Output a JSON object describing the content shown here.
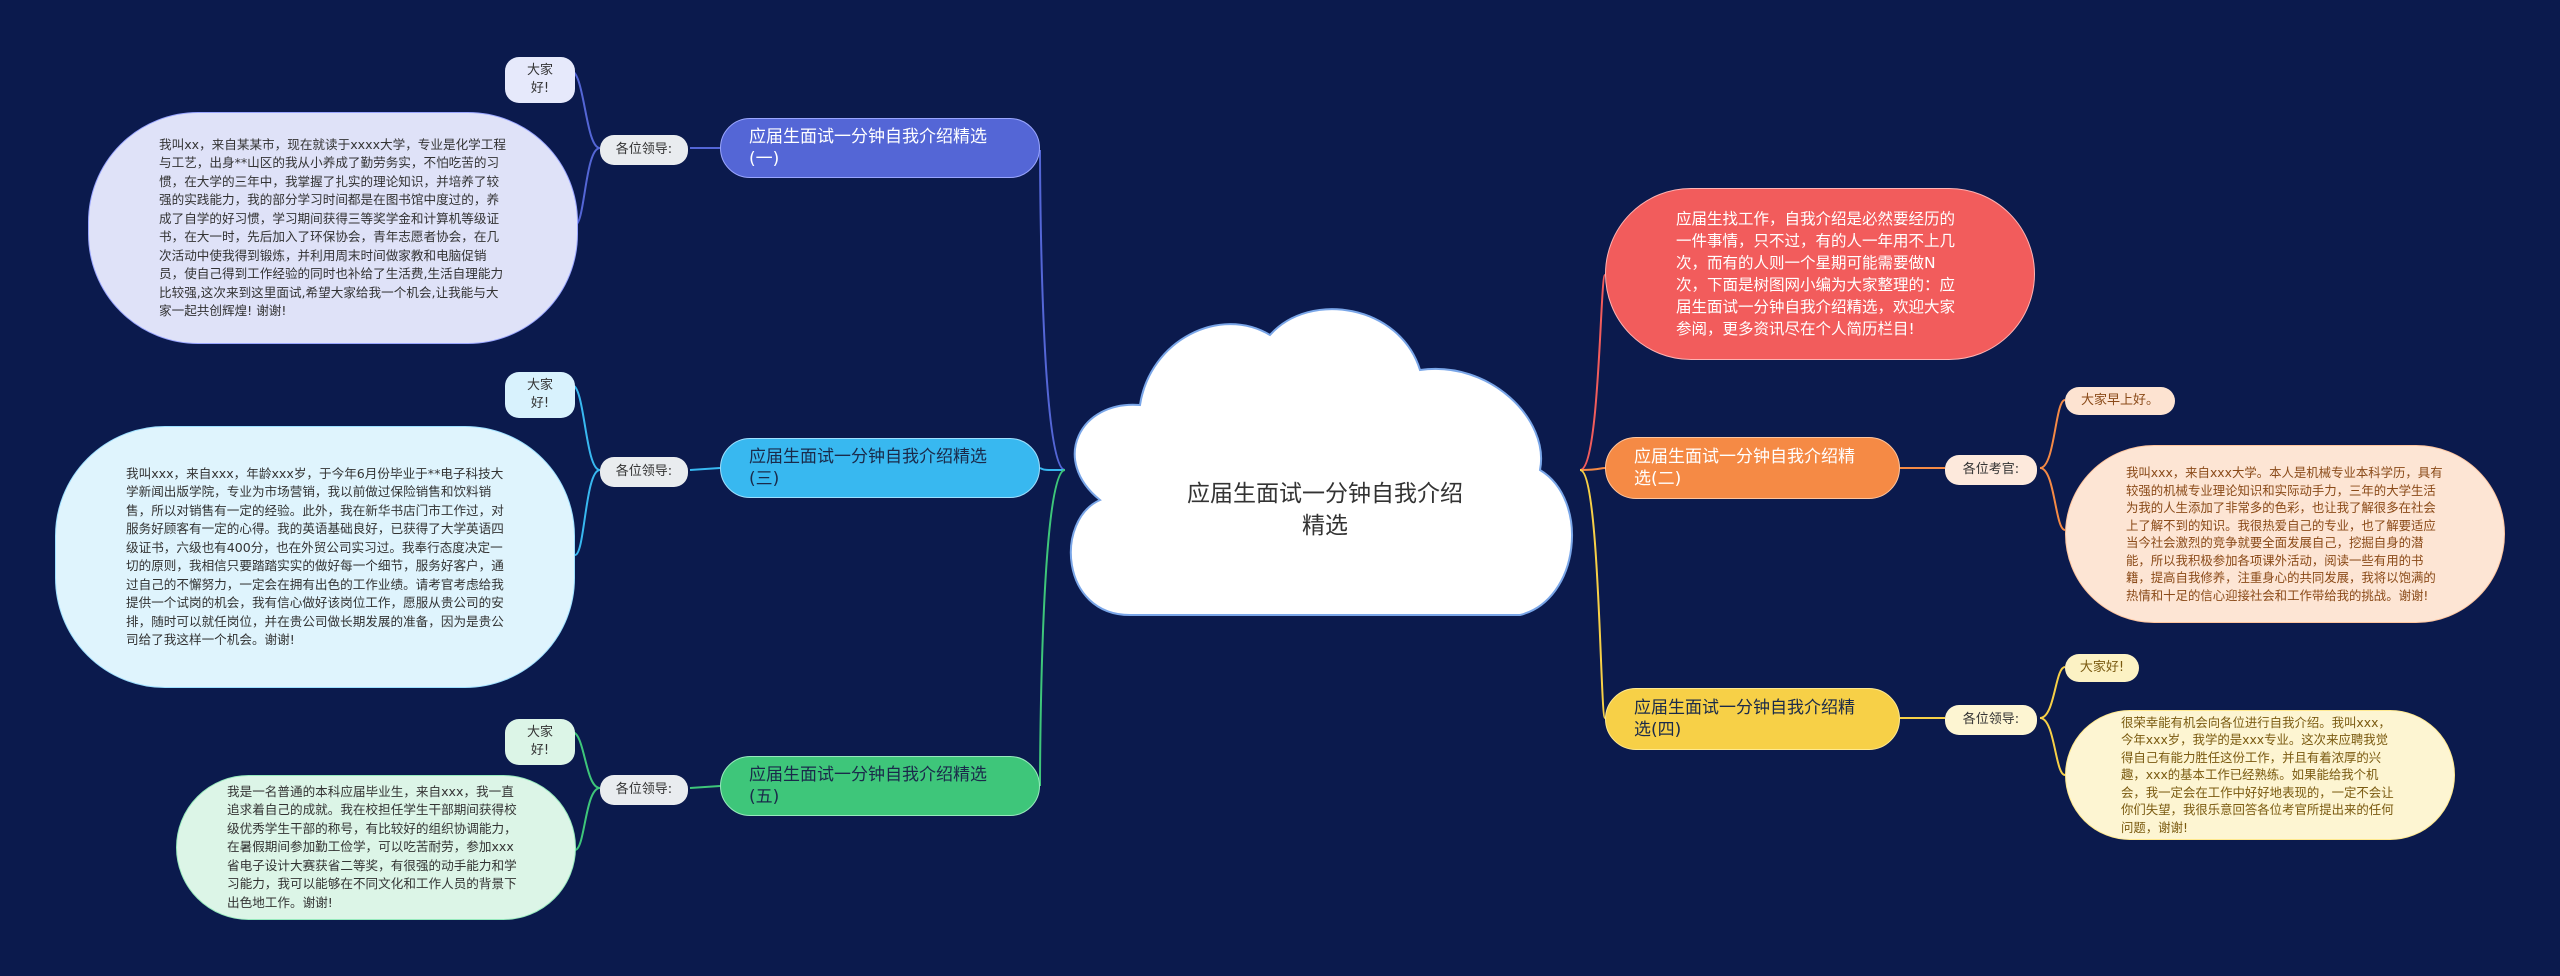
{
  "center": {
    "title": "应届生面试一分钟自我介绍精选"
  },
  "intro": {
    "text": "应届生找工作，自我介绍是必然要经历的一件事情，只不过，有的人一年用不上几次，而有的人则一个星期可能需要做N次，下面是树图网小编为大家整理的：应届生面试一分钟自我介绍精选，欢迎大家参阅，更多资讯尽在个人简历栏目!"
  },
  "branches": [
    {
      "id": "b1",
      "topic": "应届生面试一分钟自我介绍精选(一)",
      "label": "各位领导:",
      "greeting": "大家好!",
      "body": "我叫xx，来自某某市，现在就读于xxxx大学，专业是化学工程与工艺，出身**山区的我从小养成了勤劳务实，不怕吃苦的习惯，在大学的三年中，我掌握了扎实的理论知识，并培养了较强的实践能力，我的部分学习时间都是在图书馆中度过的，养成了自学的好习惯，学习期间获得三等奖学金和计算机等级证书，在大一时，先后加入了环保协会，青年志愿者协会，在几次活动中使我得到锻炼，并利用周末时间做家教和电脑促销员，使自己得到工作经验的同时也补给了生活费,生活自理能力比较强,这次来到这里面试,希望大家给我一个机会,让我能与大家一起共创辉煌! 谢谢!"
    },
    {
      "id": "b3",
      "topic": "应届生面试一分钟自我介绍精选(三)",
      "label": "各位领导:",
      "greeting": "大家好!",
      "body": "我叫xxx，来自xxx，年龄xxx岁，于今年6月份毕业于**电子科技大学新闻出版学院，专业为市场营销，我以前做过保险销售和饮料销售，所以对销售有一定的经验。此外，我在新华书店门市工作过，对服务好顾客有一定的心得。我的英语基础良好，已获得了大学英语四级证书，六级也有400分，也在外贸公司实习过。我奉行态度决定一切的原则，我相信只要踏踏实实的做好每一个细节，服务好客户，通过自己的不懈努力，一定会在拥有出色的工作业绩。请考官考虑给我提供一个试岗的机会，我有信心做好该岗位工作，愿服从贵公司的安排，随时可以就任岗位，并在贵公司做长期发展的准备，因为是贵公司给了我这样一个机会。谢谢!"
    },
    {
      "id": "b5",
      "topic": "应届生面试一分钟自我介绍精选(五)",
      "label": "各位领导:",
      "greeting": "大家好!",
      "body": "我是一名普通的本科应届毕业生，来自xxx，我一直追求着自己的成就。我在校担任学生干部期间获得校级优秀学生干部的称号，有比较好的组织协调能力，在暑假期间参加勤工俭学，可以吃苦耐劳，参加xxx省电子设计大赛获省二等奖，有很强的动手能力和学习能力，我可以能够在不同文化和工作人员的背景下出色地工作。谢谢!"
    },
    {
      "id": "b2",
      "topic": "应届生面试一分钟自我介绍精选(二)",
      "label": "各位考官:",
      "greeting": "大家早上好。",
      "body": "我叫xxx，来自xxx大学。本人是机械专业本科学历，具有较强的机械专业理论知识和实际动手力，三年的大学生活为我的人生添加了非常多的色彩，也让我了解很多在社会上了解不到的知识。我很热爱自己的专业，也了解要适应当今社会激烈的竞争就要全面发展自己，挖掘自身的潜能，所以我积极参加各项课外活动，阅读一些有用的书籍，提高自我修养，注重身心的共同发展，我将以饱满的热情和十足的信心迎接社会和工作带给我的挑战。谢谢!"
    },
    {
      "id": "b4",
      "topic": "应届生面试一分钟自我介绍精选(四)",
      "label": "各位领导:",
      "greeting": "大家好!",
      "body": "很荣幸能有机会向各位进行自我介绍。我叫xxx，今年xxx岁，我学的是xxx专业。这次来应聘我觉得自己有能力胜任这份工作，并且有着浓厚的兴趣，xxx的基本工作已经熟练。如果能给我个机会，我一定会在工作中好好地表现的，一定不会让你们失望，我很乐意回答各位考官所提出来的任何问题，谢谢!"
    }
  ],
  "colors": {
    "background": "#0b1a4d",
    "b1": "#5466d6",
    "b3": "#38b8f0",
    "b5": "#3ec67a",
    "b2": "#f58a45",
    "b4": "#f7d047",
    "intro": "#f25c5c"
  }
}
